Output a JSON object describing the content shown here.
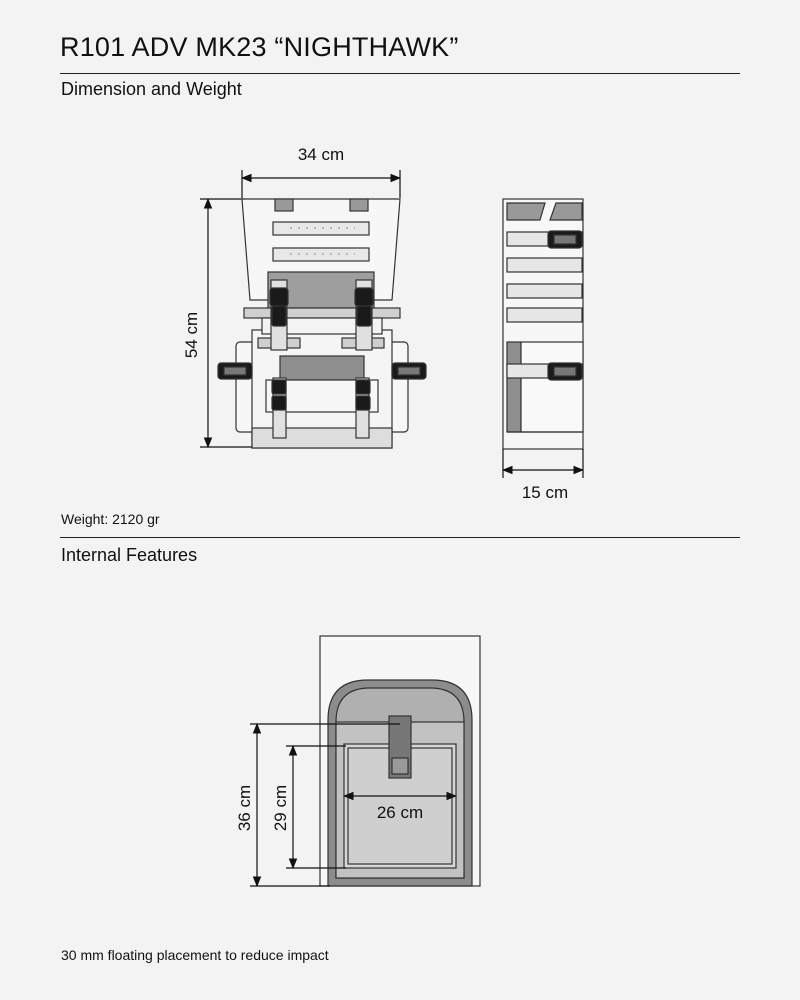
{
  "title": "R101 ADV MK23 “NIGHTHAWK”",
  "sections": {
    "dimension": "Dimension and Weight",
    "internal": "Internal Features"
  },
  "dimensions": {
    "width": "34 cm",
    "height": "54 cm",
    "depth": "15 cm",
    "weight": "Weight: 2120 gr"
  },
  "internal": {
    "outer_height": "36 cm",
    "inner_height": "29 cm",
    "inner_width": "26 cm",
    "note": "30 mm floating placement to reduce impact"
  }
}
